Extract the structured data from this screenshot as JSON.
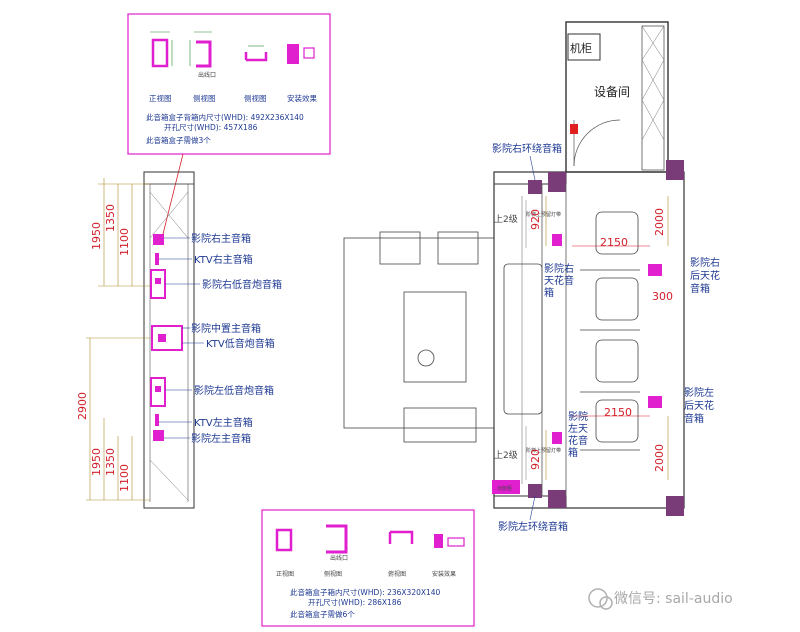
{
  "top_spec": {
    "view_labels": [
      "正视图",
      "侧视图",
      "侧视图",
      "安装效果"
    ],
    "line1": "此音箱盒子背箱内尺寸(WHD): 492X236X140",
    "line2": "开孔尺寸(WHD): 457X186",
    "line3": "此音箱盒子需做3个",
    "exit_label": "出线口"
  },
  "bottom_spec": {
    "view_labels": [
      "正视图",
      "侧视图",
      "俯视图",
      "安装效果"
    ],
    "line1": "此音箱盒子箱内尺寸(WHD): 236X320X140",
    "line2": "开孔尺寸(WHD): 286X186",
    "line3": "此音箱盒子需做6个",
    "exit_label": "出线口"
  },
  "elevation": {
    "labels": [
      "影院右主音箱",
      "KTV右主音箱",
      "影院右低音炮音箱",
      "影院中置主音箱",
      "KTV低音炮音箱",
      "影院左低音炮音箱",
      "KTV左主音箱",
      "影院左主音箱"
    ],
    "dims_top": [
      "1950",
      "1350",
      "1100"
    ],
    "dims_bottom": [
      "2900",
      "1950",
      "1350",
      "1100"
    ]
  },
  "plan": {
    "cabinet": "机柜",
    "equipment_room": "设备间",
    "right_surround": "影院右环绕音箱",
    "left_surround": "影院左环绕音箱",
    "right_ceiling_a": "影院右",
    "right_ceiling_b": "天花音",
    "right_ceiling_c": "箱",
    "left_ceiling_a": "影院",
    "left_ceiling_b": "左天",
    "left_ceiling_c": "花音",
    "left_ceiling_d": "箱",
    "right_rear_a": "影院右",
    "right_rear_b": "后天花",
    "right_rear_c": "音箱",
    "left_rear_a": "影院左",
    "left_rear_b": "后天花",
    "left_rear_c": "音箱",
    "step_up_1": "上2级",
    "step_up_2": "上2级",
    "dims": [
      "920",
      "2000",
      "2150",
      "300",
      "2150",
      "920",
      "2000"
    ],
    "stage_note": "阶梯上预留灯带",
    "rack_label": "功放柜"
  },
  "watermark": "微信号: sail-audio",
  "colors": {
    "speaker": "#e01fcf",
    "label": "#1f3a93",
    "dimension": "#d21f2a",
    "wall": "#7a3c78"
  }
}
